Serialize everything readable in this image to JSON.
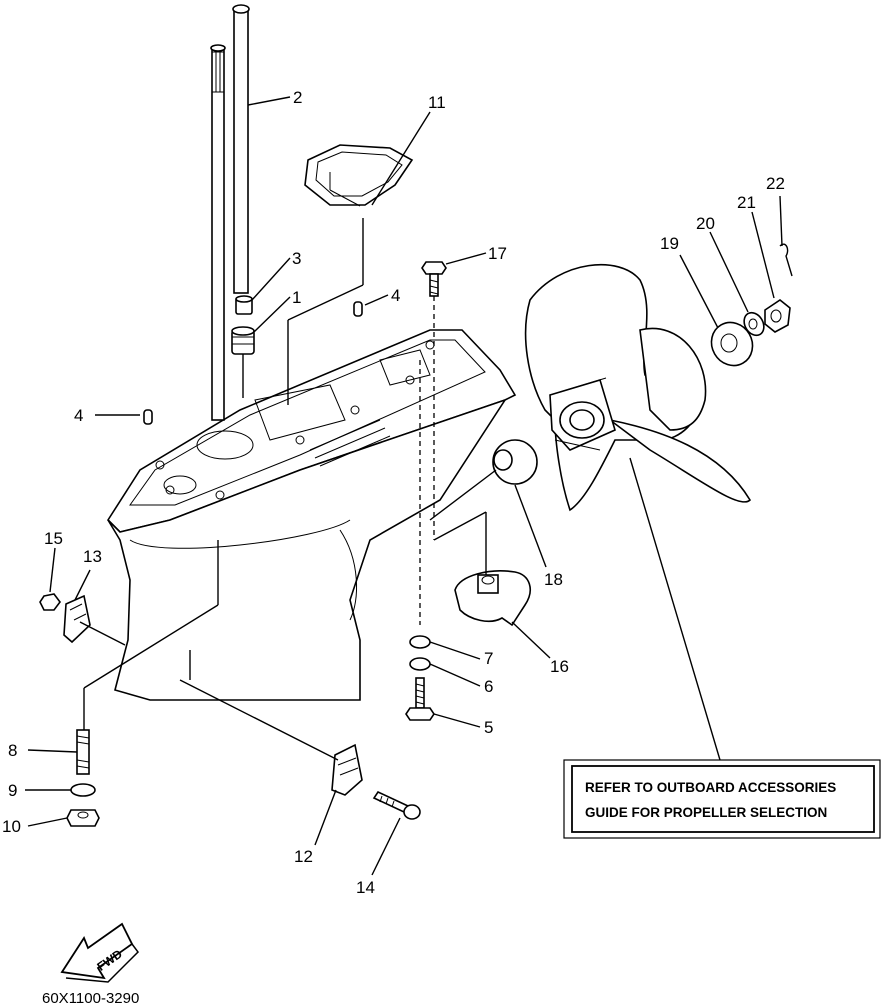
{
  "callouts": {
    "c1": "1",
    "c2": "2",
    "c3": "3",
    "c4a": "4",
    "c4b": "4",
    "c5": "5",
    "c6": "6",
    "c7": "7",
    "c8": "8",
    "c9": "9",
    "c10": "10",
    "c11": "11",
    "c12": "12",
    "c13": "13",
    "c14": "14",
    "c15": "15",
    "c16": "16",
    "c17": "17",
    "c18": "18",
    "c19": "19",
    "c20": "20",
    "c21": "21",
    "c22": "22"
  },
  "note": {
    "line1": "REFER TO OUTBOARD ACCESSORIES",
    "line2": "GUIDE  FOR PROPELLER SELECTION"
  },
  "fwd_arrow": {
    "label": "FWD"
  },
  "diagram_code": "60X1100-3290"
}
